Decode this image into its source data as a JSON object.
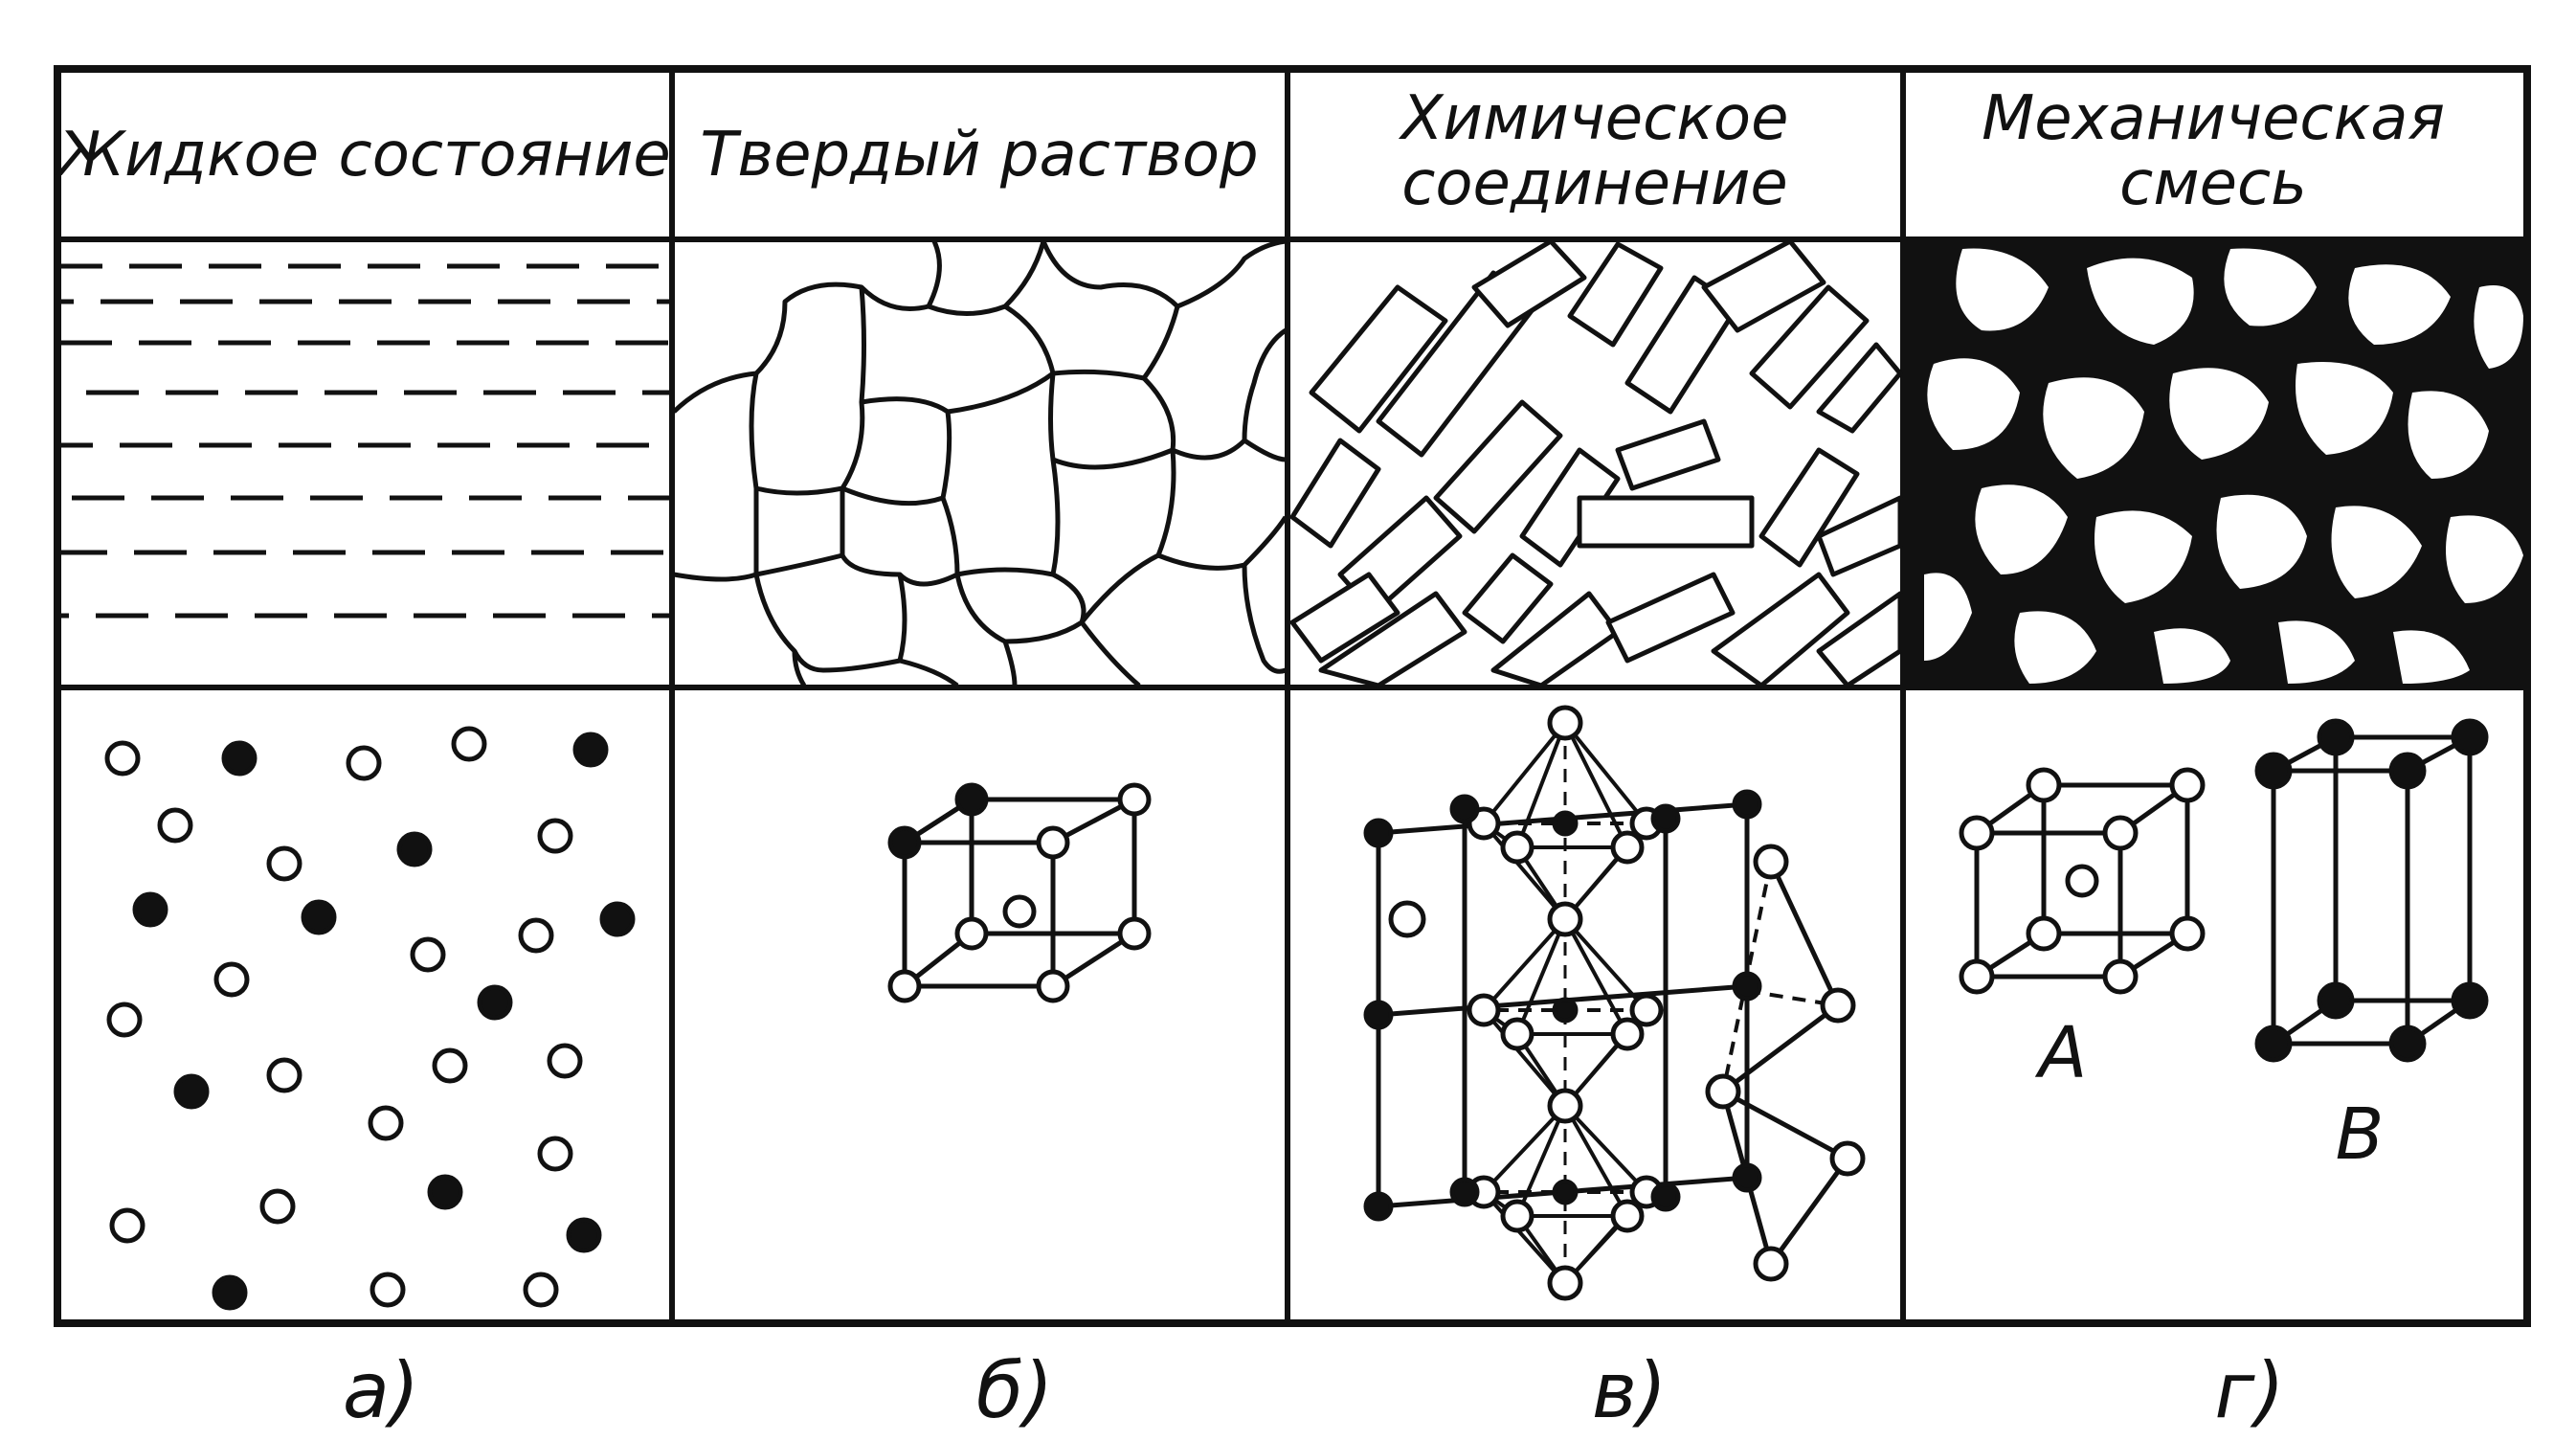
{
  "columns": [
    {
      "header_lines": [
        "Жидкое состояние"
      ],
      "caption": "а)"
    },
    {
      "header_lines": [
        "Твердый раствор"
      ],
      "caption": "б)"
    },
    {
      "header_lines": [
        "Химическое",
        "соединение"
      ],
      "caption": "в)"
    },
    {
      "header_lines": [
        "Механическая",
        "смесь"
      ],
      "caption": "г)",
      "lattice_labels": [
        "A",
        "B"
      ]
    }
  ],
  "colors": {
    "ink": "#111111",
    "paper": "#ffffff"
  }
}
